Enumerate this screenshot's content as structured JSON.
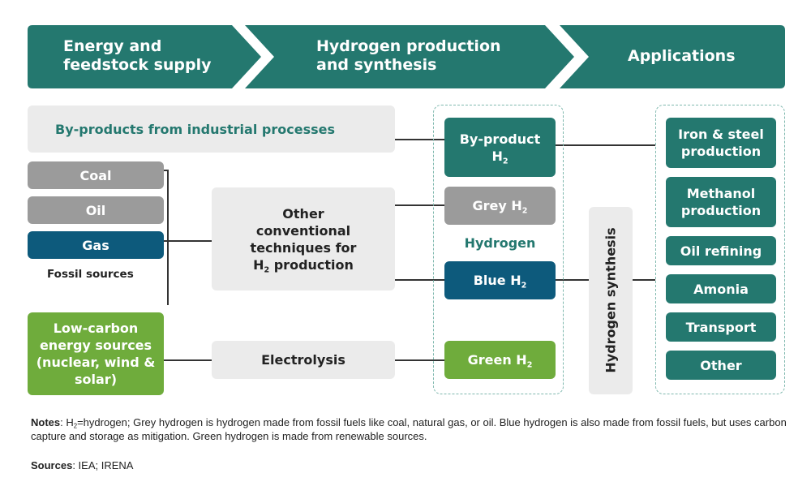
{
  "header": {
    "stage1": "Energy and feedstock supply",
    "stage2": "Hydrogen production and synthesis",
    "stage3": "Applications"
  },
  "supply": {
    "byproducts": "By-products from industrial processes",
    "coal": "Coal",
    "oil": "Oil",
    "gas": "Gas",
    "fossil_label": "Fossil sources",
    "low_carbon": "Low-carbon energy sources (nuclear, wind & solar)"
  },
  "techniques": {
    "conventional_pre": "Other conventional techniques for",
    "conventional_h": "H",
    "conventional_sub": "2",
    "conventional_post": " production",
    "electrolysis": "Electrolysis"
  },
  "hydrogen": {
    "byproduct_line1": "By-product",
    "byproduct_h": "H",
    "grey": "Grey H",
    "blue": "Blue H",
    "green": "Green H",
    "sub": "2",
    "center_label": "Hydrogen",
    "synthesis": "Hydrogen synthesis"
  },
  "applications": {
    "items": [
      "Iron & steel production",
      "Methanol production",
      "Oil refining",
      "Amonia",
      "Transport",
      "Other"
    ]
  },
  "footer": {
    "notes_label": "Notes",
    "notes_h": ": H",
    "notes_sub": "2",
    "notes_text": "=hydrogen; Grey hydrogen is hydrogen made from fossil fuels like coal, natural gas, or oil. Blue hydrogen is also made from fossil fuels, but uses carbon capture and storage as mitigation. Green hydrogen is made from renewable sources.",
    "sources_label": "Sources",
    "sources_text": ": IEA; IRENA"
  },
  "colors": {
    "teal": "#24786f",
    "grey": "#9b9b9b",
    "navy": "#0d5a7c",
    "green": "#6fac3c",
    "light": "#ebebeb"
  }
}
